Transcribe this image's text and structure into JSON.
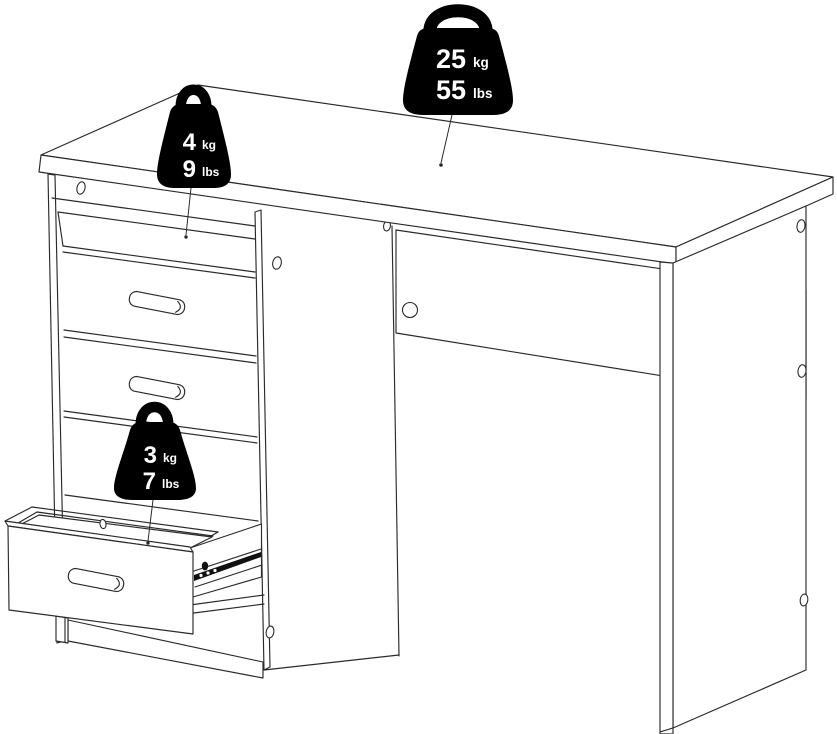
{
  "illustration": {
    "title": "Desk maximum load capacity diagram",
    "background_color": "#ffffff",
    "line_color": "#2a2a2a",
    "badge_color": "#000000",
    "badge_text_color": "#ffffff",
    "weights": [
      {
        "kg_value": "25",
        "kg_unit": "kg",
        "lbs_value": "55",
        "lbs_unit": "lbs",
        "applies_to": "desktop-surface"
      },
      {
        "kg_value": "4",
        "kg_unit": "kg",
        "lbs_value": "9",
        "lbs_unit": "lbs",
        "applies_to": "open-shelf"
      },
      {
        "kg_value": "3",
        "kg_unit": "kg",
        "lbs_value": "7",
        "lbs_unit": "lbs",
        "applies_to": "drawer"
      }
    ]
  }
}
